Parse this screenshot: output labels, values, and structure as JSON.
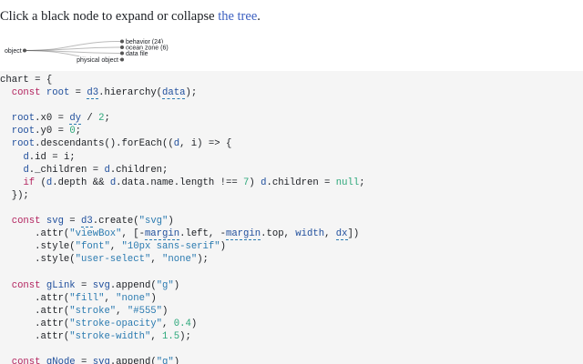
{
  "intro": {
    "text": "Click a black node to expand or collapse ",
    "link": "the tree",
    "end": "."
  },
  "tree": {
    "root_label": "object",
    "children": [
      {
        "label": "behavior (24)"
      },
      {
        "label": "ocean zone (6)"
      },
      {
        "label": "data file"
      },
      {
        "label": "physical object"
      }
    ]
  },
  "code": {
    "lines": [
      "chart = {",
      "  const root = d3.hierarchy(data);",
      "",
      "  root.x0 = dy / 2;",
      "  root.y0 = 0;",
      "  root.descendants().forEach((d, i) => {",
      "    d.id = i;",
      "    d._children = d.children;",
      "    if (d.depth && d.data.name.length !== 7) d.children = null;",
      "  });",
      "",
      "  const svg = d3.create(\"svg\")",
      "      .attr(\"viewBox\", [-margin.left, -margin.top, width, dx])",
      "      .style(\"font\", \"10px sans-serif\")",
      "      .style(\"user-select\", \"none\");",
      "",
      "  const gLink = svg.append(\"g\")",
      "      .attr(\"fill\", \"none\")",
      "      .attr(\"stroke\", \"#555\")",
      "      .attr(\"stroke-opacity\", 0.4)",
      "      .attr(\"stroke-width\", 1.5);",
      "",
      "  const gNode = svg.append(\"g\")"
    ]
  }
}
